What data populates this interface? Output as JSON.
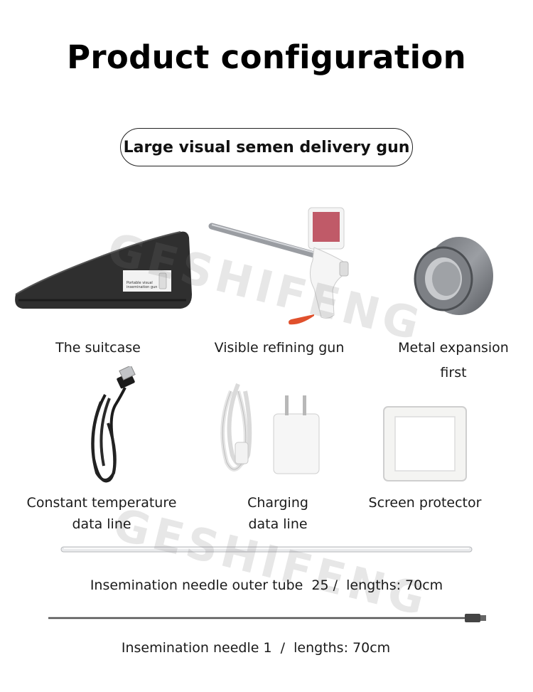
{
  "page": {
    "title": "Product configuration",
    "subtitle": "Large visual semen delivery gun"
  },
  "items": {
    "suitcase": "The suitcase",
    "suitcase_tag_line1": "Portable visual",
    "suitcase_tag_line2": "insemination gun",
    "gun": "Visible refining gun",
    "expansion_line1": "Metal expansion",
    "expansion_line2": "first",
    "cable_line1": "Constant temperature",
    "cable_line2": "data line",
    "charging_line1": "Charging",
    "charging_line2": "data line",
    "protector": "Screen protector",
    "outer_tube": "Insemination needle outer tube  25 /  lengths: 70cm",
    "needle": "Insemination needle 1  /  lengths: 70cm"
  },
  "watermark": "GESHIFENG",
  "colors": {
    "case": "#2b2b2b",
    "metal": "#8a8c90",
    "strap": "#e0502c",
    "screen": "#c05a68"
  }
}
